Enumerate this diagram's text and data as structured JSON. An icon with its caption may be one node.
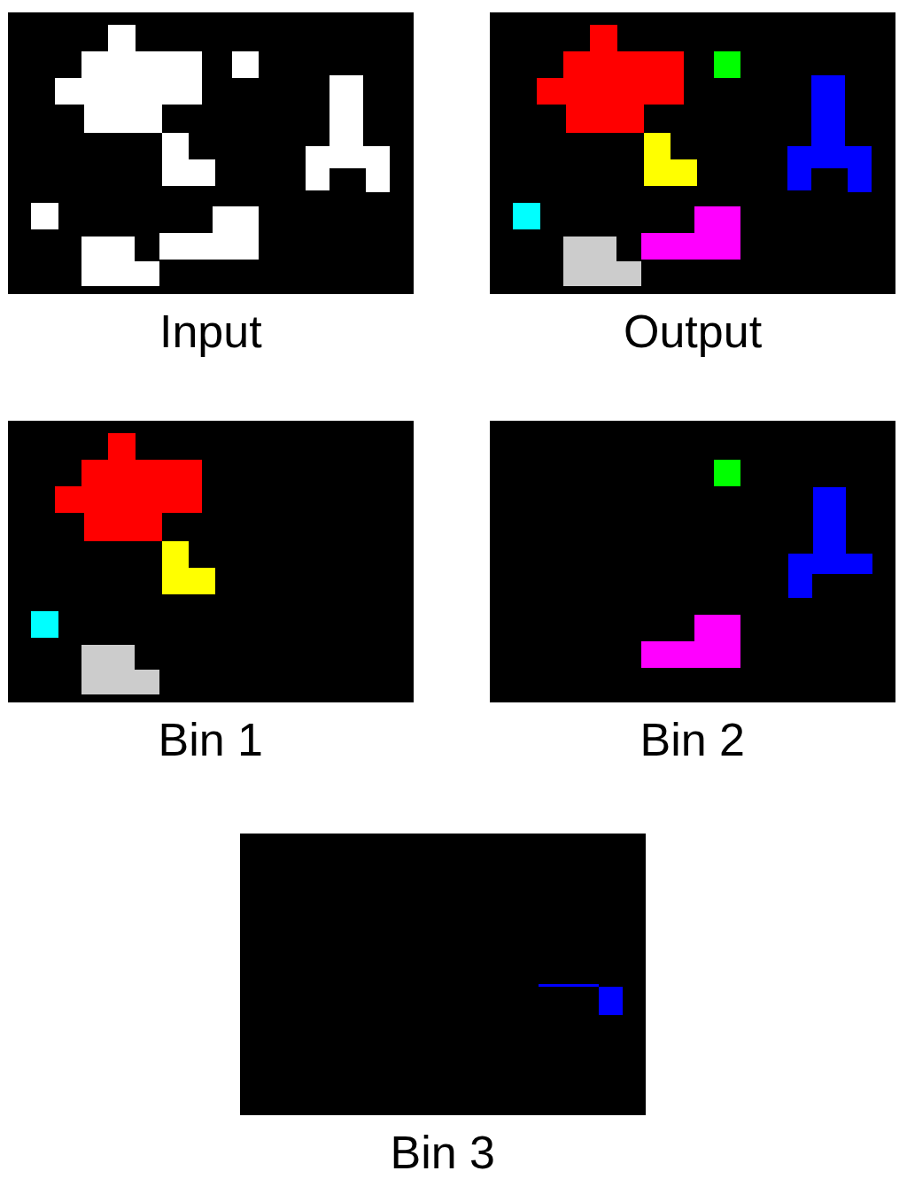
{
  "diagram": {
    "labels": [
      "Input",
      "Output",
      "Bin 1",
      "Bin 2",
      "Bin 3"
    ]
  }
}
